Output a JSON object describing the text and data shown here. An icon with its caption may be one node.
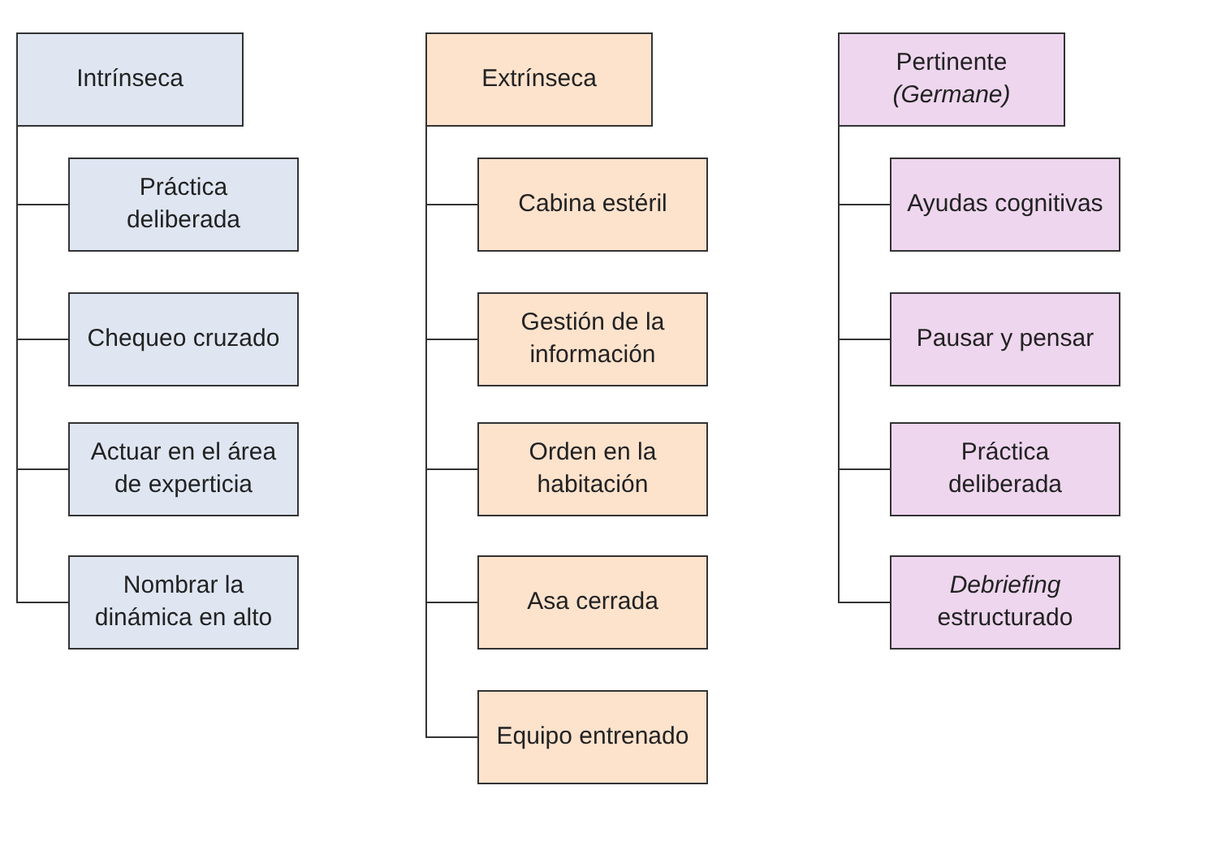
{
  "diagram": {
    "nodes": [
      {
        "text": [
          "Intrínseca"
        ]
      },
      {
        "text": [
          "Práctica deliberada"
        ]
      },
      {
        "text": [
          "Chequeo cruzado"
        ]
      },
      {
        "text": [
          "Actuar en el área de experticia"
        ]
      },
      {
        "text": [
          "Nombrar la dinámica en alto"
        ]
      },
      {
        "text": [
          "Extrínseca"
        ]
      },
      {
        "text": [
          "Cabina estéril"
        ]
      },
      {
        "text": [
          "Gestión de la información"
        ]
      },
      {
        "text": [
          "Orden en la habitación"
        ]
      },
      {
        "text": [
          "Asa cerrada"
        ]
      },
      {
        "text": [
          "Equipo entrenado"
        ]
      },
      {
        "text": [
          "Pertinente",
          "(Germane)"
        ]
      },
      {
        "text": [
          "Ayudas cognitivas"
        ]
      },
      {
        "text": [
          "Pausar y pensar"
        ]
      },
      {
        "text": [
          "Práctica deliberada"
        ]
      },
      {
        "text": [
          "*Debriefing* estructurado"
        ]
      }
    ],
    "edges": [
      {
        "from": 0,
        "to": 1,
        "arrow": "none"
      },
      {
        "from": 0,
        "to": 2,
        "arrow": "none"
      },
      {
        "from": 0,
        "to": 3,
        "arrow": "none"
      },
      {
        "from": 0,
        "to": 4,
        "arrow": "none"
      },
      {
        "from": 5,
        "to": 6,
        "arrow": "none"
      },
      {
        "from": 5,
        "to": 7,
        "arrow": "none"
      },
      {
        "from": 5,
        "to": 8,
        "arrow": "none"
      },
      {
        "from": 5,
        "to": 9,
        "arrow": "none"
      },
      {
        "from": 5,
        "to": 10,
        "arrow": "none"
      },
      {
        "from": 11,
        "to": 12,
        "arrow": "none"
      },
      {
        "from": 11,
        "to": 13,
        "arrow": "none"
      },
      {
        "from": 11,
        "to": 14,
        "arrow": "none"
      },
      {
        "from": 11,
        "to": 15,
        "arrow": "none"
      }
    ]
  }
}
